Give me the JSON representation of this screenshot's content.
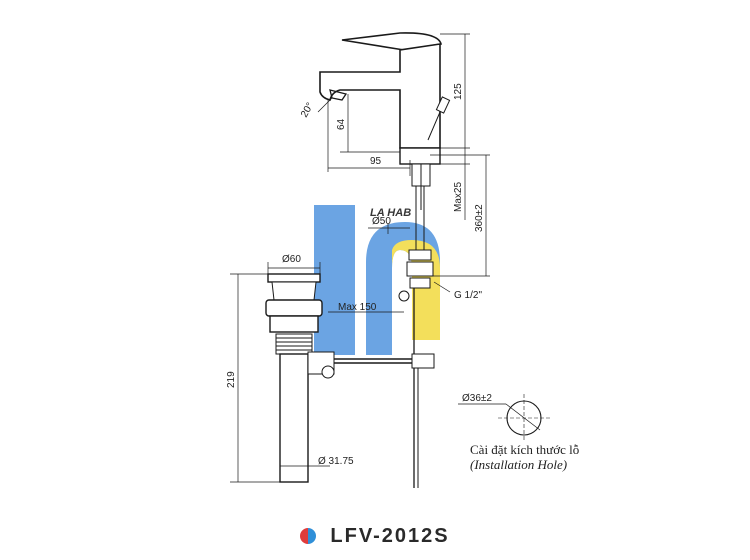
{
  "diagram": {
    "dimensions": {
      "height_top": "125",
      "spout_angle": "20°",
      "spout_height": "64",
      "spout_reach": "95",
      "max_deck": "Max25",
      "supply_length": "360±2",
      "supply_diameter": "Ø50",
      "drain_top_diameter": "Ø60",
      "thread": "G 1/2\"",
      "max_rod": "Max 150",
      "drain_height": "219",
      "drain_pipe_diameter": "Ø 31.75",
      "hole_diameter": "Ø36±2"
    },
    "install_note_vi": "Cài đặt kích thước lỗ",
    "install_note_en": "(Installation Hole)",
    "watermark_text": "LA HAB",
    "colors": {
      "watermark_blue": "#5b9be0",
      "watermark_yellow": "#f2dc4a",
      "line": "#1a1a1a"
    }
  },
  "footer": {
    "model": "LFV-2012S",
    "dot_left_color": "#e03c3c",
    "dot_right_color": "#2f8fd8"
  }
}
